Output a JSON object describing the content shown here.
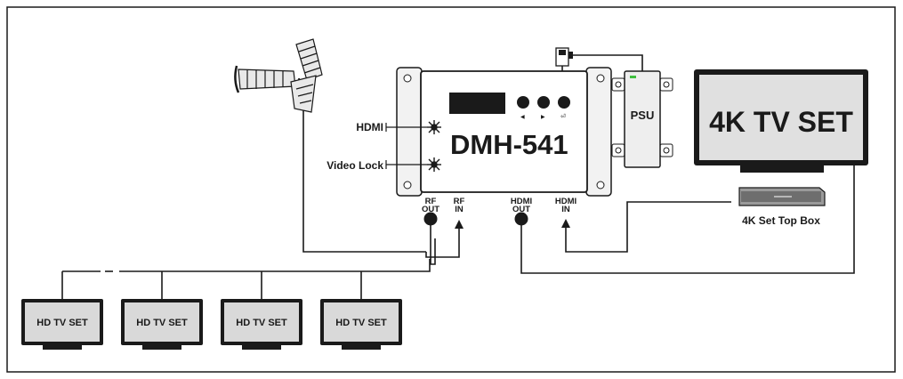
{
  "device": {
    "model": "DMH-541",
    "indicators": [
      {
        "label": "HDMI"
      },
      {
        "label": "Video Lock"
      }
    ],
    "ports": [
      {
        "line1": "RF",
        "line2": "OUT"
      },
      {
        "line1": "RF",
        "line2": "IN"
      },
      {
        "line1": "HDMI",
        "line2": "OUT"
      },
      {
        "line1": "HDMI",
        "line2": "IN"
      }
    ],
    "button_glyphs": [
      "◀",
      "▶",
      "⏎"
    ]
  },
  "psu": {
    "label": "PSU"
  },
  "tv_4k": {
    "label": "4K TV SET"
  },
  "set_top_box": {
    "label": "4K Set Top Box"
  },
  "hd_tvs": [
    {
      "label": "HD TV SET"
    },
    {
      "label": "HD TV SET"
    },
    {
      "label": "HD TV SET"
    },
    {
      "label": "HD TV SET"
    }
  ],
  "colors": {
    "line": "#1a1a1a",
    "hd_screen": "#d9d9d9",
    "tv_screen": "#e0e0e0",
    "device_body": "#ffffff",
    "psu_body": "#eeeeee",
    "led": "#3fbf3f"
  }
}
